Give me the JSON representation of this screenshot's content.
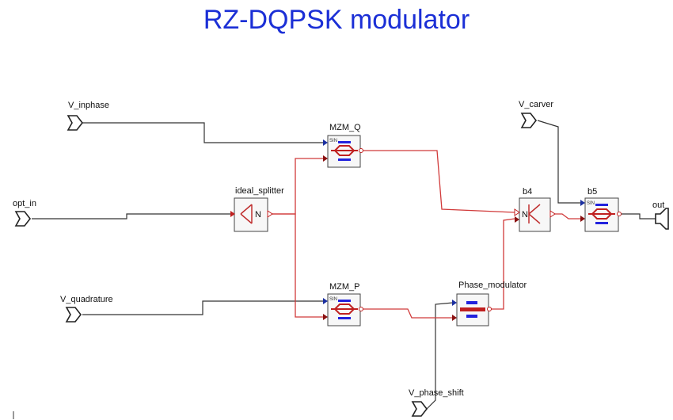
{
  "title": "RZ-DQPSK modulator",
  "ports": {
    "v_inphase": "V_inphase",
    "opt_in": "opt_in",
    "v_quadrature": "V_quadrature",
    "v_carver": "V_carver",
    "out": "out",
    "v_phase_shift": "V_phase_shift"
  },
  "blocks": {
    "ideal_splitter": "ideal_splitter",
    "mzm_q": "MZM_Q",
    "mzm_p": "MZM_P",
    "phase_modulator": "Phase_modulator",
    "b4": "b4",
    "b5": "b5"
  },
  "pin_labels": {
    "n": "N",
    "sin": "SIN"
  },
  "colors": {
    "title": "#1b2fd6",
    "optical": "#d13a3a",
    "electrical": "#333333",
    "modulator_core": "#2222dd"
  }
}
